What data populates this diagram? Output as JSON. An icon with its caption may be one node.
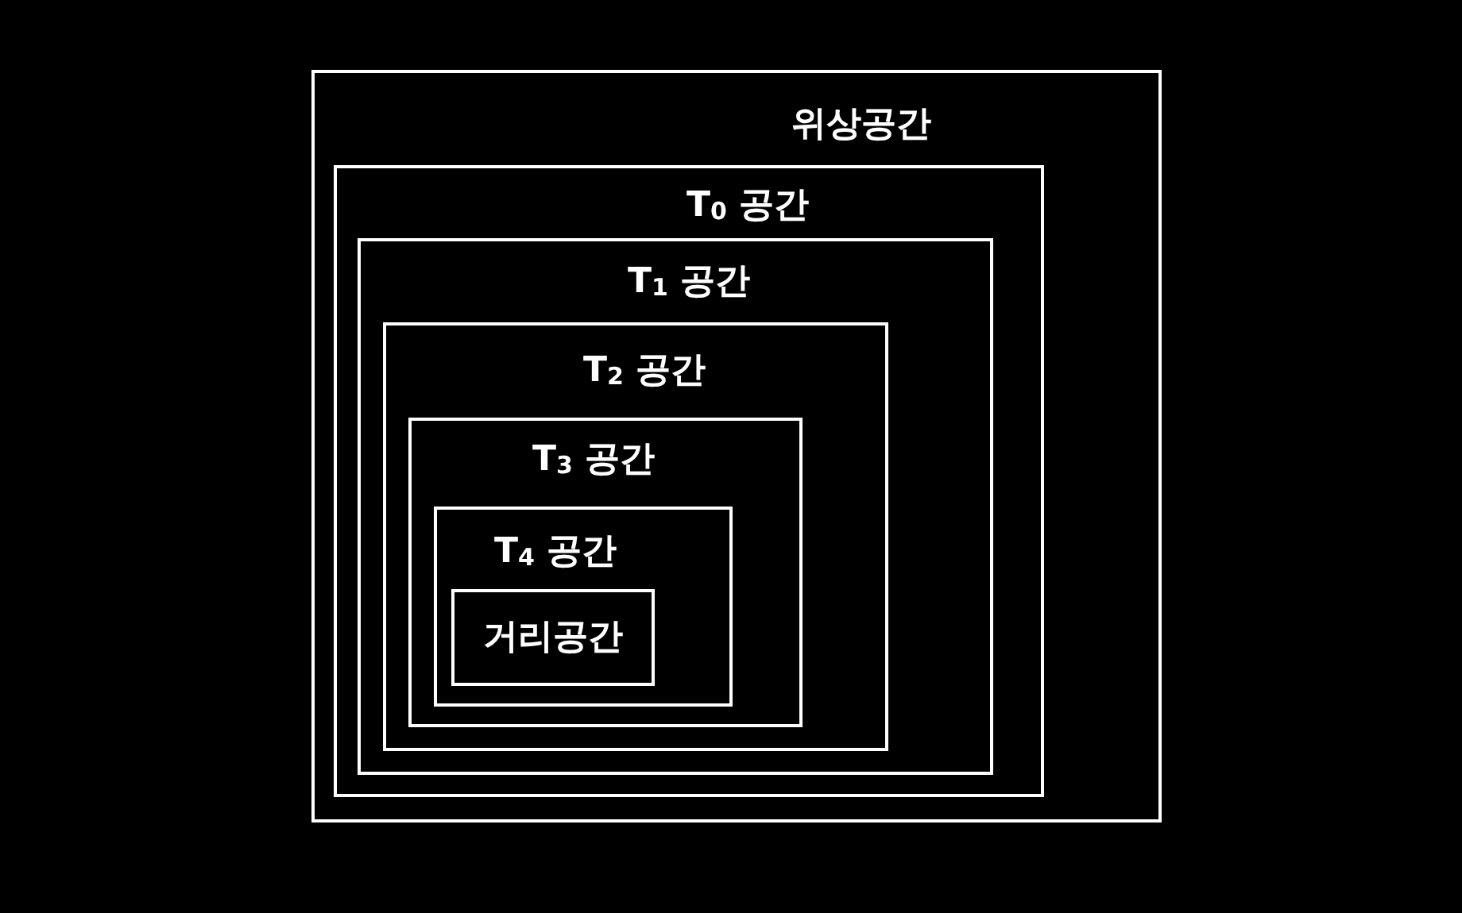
{
  "diagram": {
    "nodes": [
      {
        "text": [
          "위상공간"
        ]
      },
      {
        "text": [
          "T$_{0}$ 공간"
        ],
        "in": 0
      },
      {
        "text": [
          "T$_{1}$ 공간"
        ],
        "in": 1
      },
      {
        "text": [
          "T$_{2}$ 공간"
        ],
        "in": 2
      },
      {
        "text": [
          "T$_{3}$ 공간"
        ],
        "in": 3
      },
      {
        "text": [
          "T$_{4}$ 공간"
        ],
        "in": 4
      },
      {
        "text": [
          "거리공간"
        ],
        "in": 5
      }
    ],
    "edges": []
  }
}
